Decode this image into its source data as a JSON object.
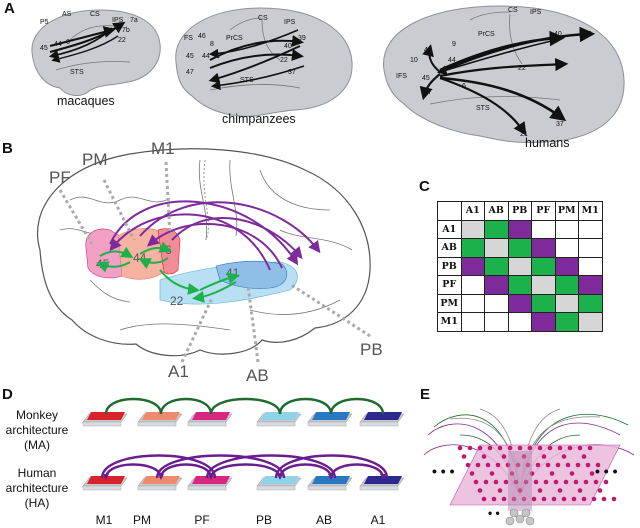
{
  "panels": {
    "a": "A",
    "b": "B",
    "c": "C",
    "d": "D",
    "e": "E"
  },
  "panel_a": {
    "species": [
      "macaques",
      "chimpanzees",
      "humans"
    ],
    "macaque_labels": [
      "P5",
      "AS",
      "CS",
      "IPS",
      "7a",
      "7b",
      "22",
      "6",
      "44",
      "45",
      "STS"
    ],
    "chimp_labels": [
      "CS",
      "IPS",
      "FS",
      "46",
      "8",
      "PrCS",
      "45",
      "44",
      "6",
      "40",
      "39",
      "22",
      "47",
      "STS",
      "37"
    ],
    "human_labels": [
      "CS",
      "IPS",
      "PrCS",
      "9",
      "40",
      "39",
      "46",
      "10",
      "IFS",
      "44",
      "45",
      "47",
      "6",
      "22",
      "STS",
      "21",
      "37"
    ]
  },
  "panel_b": {
    "regions": [
      "PF",
      "PM",
      "M1",
      "A1",
      "AB",
      "PB"
    ],
    "areas": [
      "45",
      "44",
      "6",
      "41",
      "22"
    ]
  },
  "panel_c": {
    "headers": [
      "A1",
      "AB",
      "PB",
      "PF",
      "PM",
      "M1"
    ],
    "rows": [
      [
        "A1",
        "g",
        "G",
        "P",
        "w",
        "w",
        "w"
      ],
      [
        "AB",
        "G",
        "g",
        "G",
        "P",
        "w",
        "w"
      ],
      [
        "PB",
        "P",
        "G",
        "g",
        "G",
        "P",
        "w"
      ],
      [
        "PF",
        "w",
        "P",
        "G",
        "g",
        "G",
        "P"
      ],
      [
        "PM",
        "w",
        "w",
        "P",
        "G",
        "g",
        "G"
      ],
      [
        "M1",
        "w",
        "w",
        "w",
        "P",
        "G",
        "g"
      ]
    ],
    "colors": {
      "G": "#1db14b",
      "P": "#7e2a9a",
      "g": "#d6d6d6",
      "w": "#ffffff"
    }
  },
  "panel_d": {
    "monkey_label": "Monkey architecture (MA)",
    "human_label": "Human architecture (HA)",
    "modules": [
      "M1",
      "PM",
      "PF",
      "PB",
      "AB",
      "A1"
    ],
    "module_colors": [
      "#d8232a",
      "#f08a6e",
      "#d6287e",
      "#8fd3e8",
      "#2a78c2",
      "#2b2a8c"
    ],
    "link_colors": {
      "monkey": "#1d6b2e",
      "human": "#6a1d8f"
    }
  },
  "panel_e": {
    "dots_left": "• • •",
    "dots_right": "• • •",
    "dots_bottom": "• •"
  }
}
